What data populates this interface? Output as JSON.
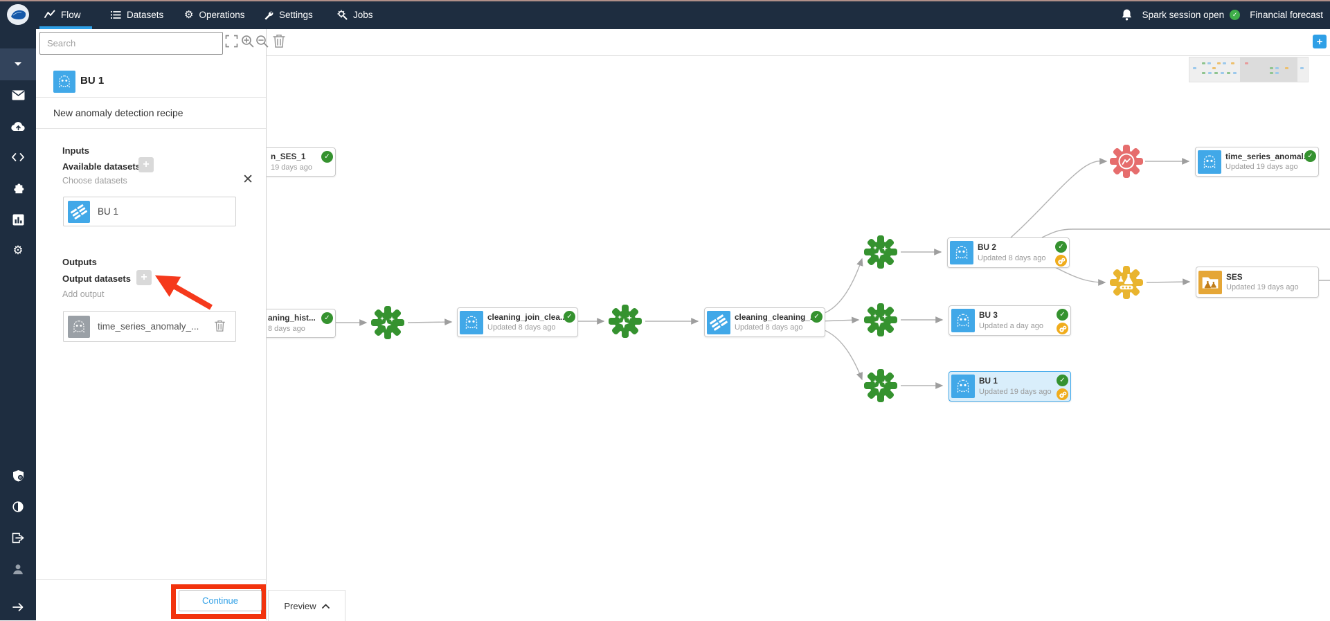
{
  "topnav": {
    "tabs": [
      {
        "label": "Flow"
      },
      {
        "label": "Datasets"
      },
      {
        "label": "Operations"
      },
      {
        "label": "Settings"
      },
      {
        "label": "Jobs"
      }
    ],
    "spark_status": "Spark session open",
    "project_name": "Financial forecast"
  },
  "flow_toolbar": {
    "search_placeholder": "Search"
  },
  "panel": {
    "dataset_title": "BU 1",
    "recipe_title": "New anomaly detection recipe",
    "inputs": {
      "section_label": "Inputs",
      "datasets_label": "Available datasets",
      "hint": "Choose datasets",
      "items": [
        {
          "name": "BU 1"
        }
      ]
    },
    "outputs": {
      "section_label": "Outputs",
      "datasets_label": "Output datasets",
      "hint": "Add output",
      "items": [
        {
          "name": "time_series_anomaly_..."
        }
      ]
    },
    "continue_label": "Continue"
  },
  "preview_bar": {
    "label": "Preview"
  },
  "flow": {
    "nodes": [
      {
        "name": "n_SES_1",
        "subtitle": "19 days ago"
      },
      {
        "name": "aning_hist...",
        "subtitle": "8 days ago"
      },
      {
        "name": "cleaning_join_clea...",
        "subtitle": "Updated 8 days ago"
      },
      {
        "name": "cleaning_cleaning_...",
        "subtitle": "Updated 8 days ago"
      },
      {
        "name": "BU 2",
        "subtitle": "Updated 8 days ago"
      },
      {
        "name": "BU 3",
        "subtitle": "Updated a day ago"
      },
      {
        "name": "BU 1",
        "subtitle": "Updated 19 days ago"
      },
      {
        "name": "time_series_anomal...",
        "subtitle": "Updated 19 days ago"
      },
      {
        "name": "SES",
        "subtitle": "Updated 19 days ago"
      }
    ]
  },
  "colors": {
    "navbar": "#1e2d40",
    "accent_blue": "#2e9fe6",
    "dataset_blue": "#41a8e8",
    "recipe_green": "#35922f",
    "recipe_red": "#e66d6d",
    "recipe_yellow": "#e9b42e",
    "badge_yellow": "#f0ac1c",
    "model_orange": "#e5a636",
    "annotation_red": "#f2330d"
  }
}
